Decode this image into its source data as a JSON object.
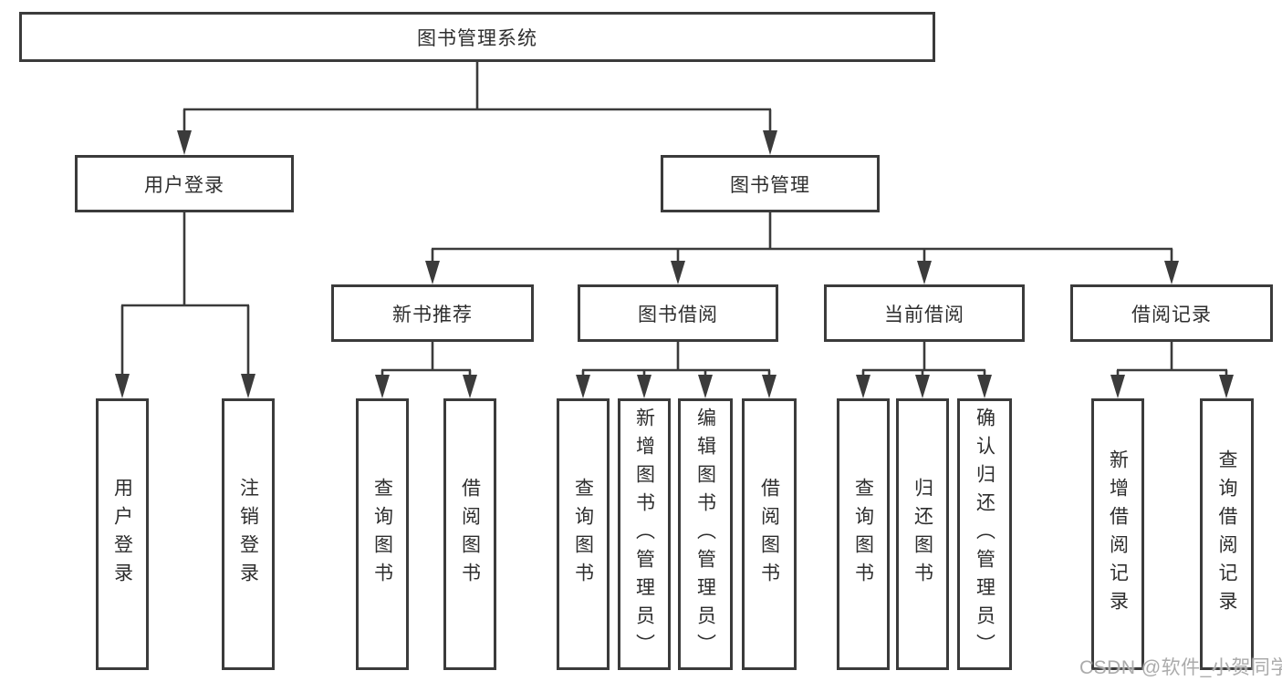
{
  "diagram": {
    "root": {
      "label": "图书管理系统"
    },
    "branches": [
      {
        "label": "用户登录",
        "children": [
          {
            "label": "用户登录"
          },
          {
            "label": "注销登录"
          }
        ]
      },
      {
        "label": "图书管理",
        "children": [
          {
            "label": "新书推荐",
            "children": [
              {
                "label": "查询图书"
              },
              {
                "label": "借阅图书"
              }
            ]
          },
          {
            "label": "图书借阅",
            "children": [
              {
                "label": "查询图书"
              },
              {
                "label": "新增图书（管理员）"
              },
              {
                "label": "编辑图书（管理员）"
              },
              {
                "label": "借阅图书"
              }
            ]
          },
          {
            "label": "当前借阅",
            "children": [
              {
                "label": "查询图书"
              },
              {
                "label": "归还图书"
              },
              {
                "label": "确认归还（管理员）"
              }
            ]
          },
          {
            "label": "借阅记录",
            "children": [
              {
                "label": "新增借阅记录"
              },
              {
                "label": "查询借阅记录"
              }
            ]
          }
        ]
      }
    ]
  },
  "watermark": {
    "text": "CSDN @软件_小贺同学"
  },
  "colors": {
    "background": "#ffffff",
    "box_border": "#3b3b3b",
    "connector_line": "#3b3b3b",
    "text": "#2e2e2e",
    "watermark_text": "#ababab"
  }
}
